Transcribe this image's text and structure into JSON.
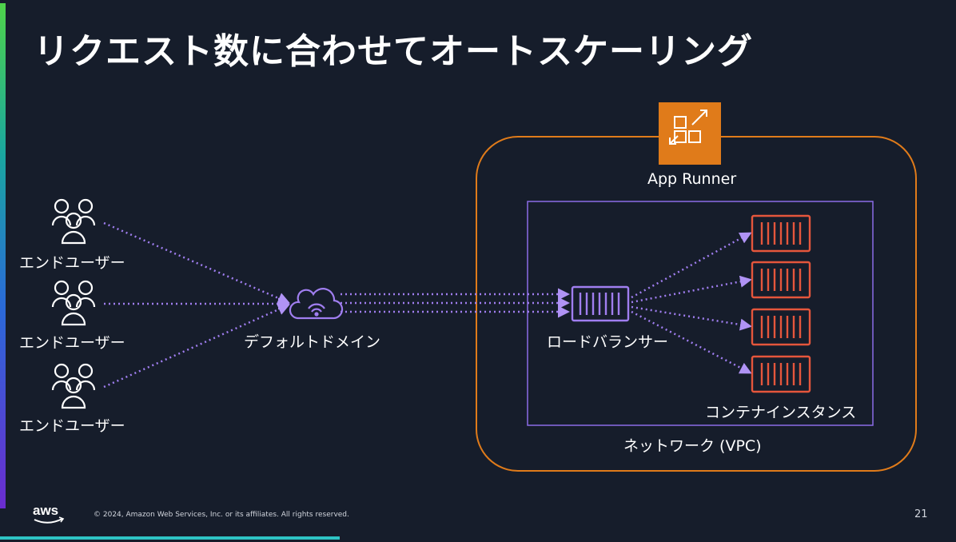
{
  "slide": {
    "title": "リクエスト数に合わせてオートスケーリング",
    "page_number": "21",
    "copyright": "© 2024, Amazon Web Services, Inc. or its affiliates. All rights reserved.",
    "logo_text": "aws"
  },
  "diagram": {
    "users": [
      {
        "label": "エンドユーザー"
      },
      {
        "label": "エンドユーザー"
      },
      {
        "label": "エンドユーザー"
      }
    ],
    "default_domain": {
      "label": "デフォルトドメイン"
    },
    "app_runner": {
      "label": "App Runner"
    },
    "network": {
      "label": "ネットワーク (VPC)"
    },
    "load_balancer": {
      "label": "ロードバランサー"
    },
    "container_instances": {
      "label": "コンテナインスタンス",
      "count": 4
    },
    "colors": {
      "background": "#161d2b",
      "accent_purple": "#a07ef0",
      "app_runner_orange": "#e07b1a",
      "container_red": "#e5563c",
      "vpc_border": "#8c6ce8"
    }
  }
}
